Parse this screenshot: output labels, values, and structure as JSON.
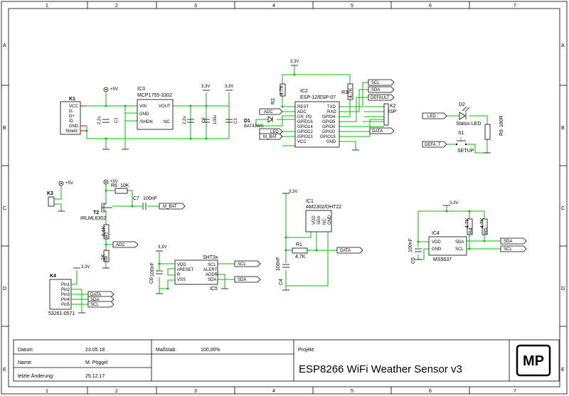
{
  "frame": {
    "columns": [
      "1",
      "2",
      "3",
      "4",
      "5",
      "6",
      "7"
    ],
    "rows": [
      "A",
      "B",
      "C",
      "D",
      "E"
    ]
  },
  "components": {
    "k1": {
      "ref": "K1",
      "pins": [
        "VCC",
        "D-",
        "D+",
        "ID",
        "GND",
        "Shield"
      ]
    },
    "ic3": {
      "ref": "IC3",
      "part": "MCP1755-3302",
      "pins_left": [
        "VIN",
        "GND",
        "/SHDN"
      ],
      "pins_right": [
        "VOUT",
        "NC"
      ]
    },
    "c1": {
      "ref": "C1",
      "value": "2,2u"
    },
    "c2": {
      "ref": "C2",
      "value": "2,2u"
    },
    "c3": {
      "ref": "C3",
      "value": "100u"
    },
    "ic2": {
      "ref": "IC2",
      "part": "ESP-12/ESP-07",
      "pins_left": [
        "REST",
        "ADC",
        "CH_PD",
        "GPIO16",
        "GPIO14",
        "GPIO12",
        "GPIO13",
        "VCC"
      ],
      "pins_right": [
        "TXD",
        "RXD",
        "GPIO4",
        "GPIO5",
        "GPIO0",
        "GPIO2",
        "GPIO15",
        "GND"
      ]
    },
    "r2": {
      "ref": "R2",
      "value": "4,7K"
    },
    "r3": {
      "ref": "R3",
      "value": "4,7K"
    },
    "d1": {
      "ref": "D1",
      "part": "BAT43WS"
    },
    "k2": {
      "ref": "K2",
      "part": "ISP"
    },
    "d2": {
      "ref": "D2",
      "part": "Status LED"
    },
    "r9": {
      "ref": "R9",
      "value": "180R"
    },
    "s1": {
      "ref": "S1",
      "part": "SETUP"
    },
    "k3": {
      "ref": "K3"
    },
    "r6": {
      "ref": "R6",
      "value": "10K"
    },
    "c7": {
      "ref": "C7",
      "value": "100nF"
    },
    "t2": {
      "ref": "T2",
      "part": "IRLML6302"
    },
    "r7": {
      "ref": "R7",
      "value": "5,6K"
    },
    "r8": {
      "ref": "R8",
      "value": "1K"
    },
    "ic1": {
      "ref": "IC1",
      "part": "AM2302/DHT22",
      "pins": [
        "VDD",
        "SDA",
        "NC",
        "GND"
      ]
    },
    "r1": {
      "ref": "R1",
      "value": "4,7K"
    },
    "c4": {
      "ref": "C4",
      "value": "100nF"
    },
    "ic4": {
      "ref": "IC4",
      "part": "MS5637",
      "pins_left": [
        "VDD",
        "GND"
      ],
      "pins_right": [
        "SDA",
        "SCL"
      ]
    },
    "r4": {
      "ref": "R4",
      "value": "4,7K"
    },
    "r5": {
      "ref": "R5",
      "value": "4,7K"
    },
    "c5": {
      "ref": "C5",
      "value": "100nF"
    },
    "k4": {
      "ref": "K4",
      "part": "53261-0571",
      "pins": [
        "Pin1",
        "Pin2",
        "Pin3",
        "Pin4",
        "Pin5"
      ]
    },
    "ic5": {
      "ref": "IC5",
      "part": "SHT3x",
      "pins_left": [
        "VDD",
        "nRESET",
        "R",
        "VSS"
      ],
      "pins_right": [
        "SCL",
        "ALERT",
        "ADDR",
        "SDA"
      ]
    },
    "c6": {
      "ref": "C6",
      "value": "100nF"
    }
  },
  "supplies": {
    "v33": "3,3V",
    "v5": "+5V"
  },
  "net_labels": {
    "scl": "SCL",
    "sda": "SDA",
    "default": "DEFAULT",
    "adc": "ADC",
    "led": "LED",
    "m_bat": "M_BAT",
    "data": "DATA",
    "defa": "DEFA..T"
  },
  "title_block": {
    "datum_label": "Datum:",
    "datum_value": "23.05.18",
    "name_label": "Name:",
    "name_value": "M. Pöggel",
    "changed_label": "letzte Änderung:",
    "changed_value": "25.12.17",
    "scale_label": "Maßstab:",
    "scale_value": "100,00%",
    "project_label": "Projekt:",
    "title": "ESP8266 WiFi Weather Sensor v3",
    "logo": "MP"
  }
}
